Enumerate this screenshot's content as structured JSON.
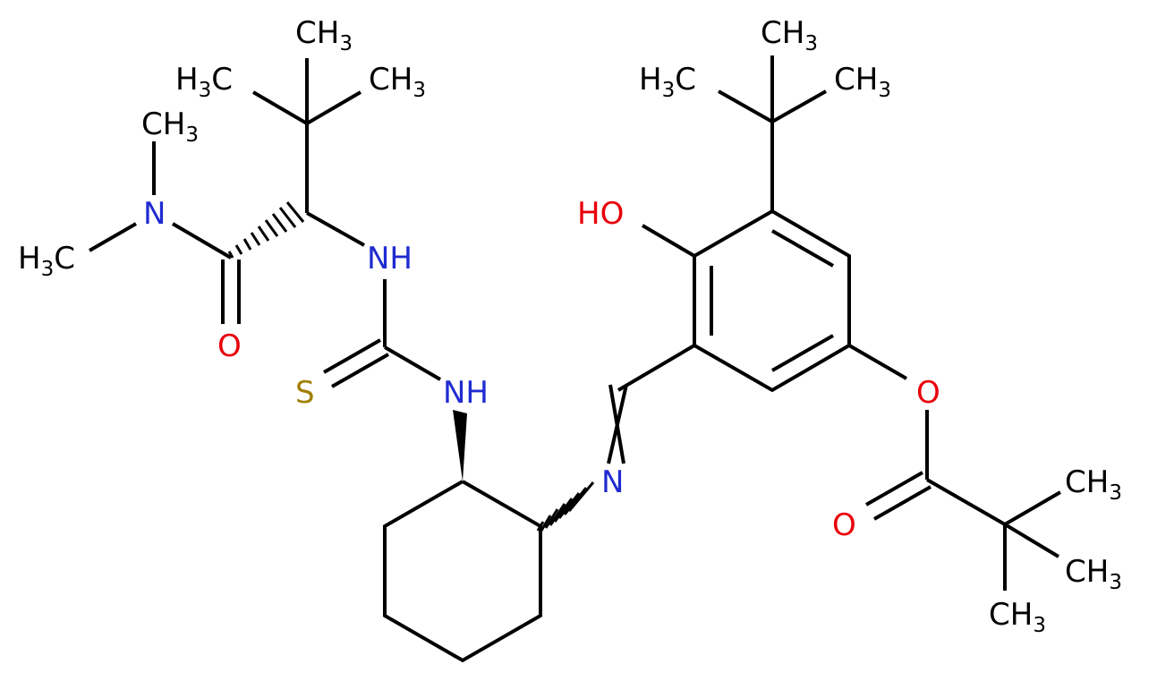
{
  "colors": {
    "bond": "#000000",
    "nitrogen": "#1f2bd0",
    "oxygen": "#e8000b",
    "sulfur": "#a08000",
    "carbon_label": "#000000",
    "background": "#ffffff"
  },
  "atoms": {
    "nme_top": {
      "main": "CH",
      "sub": "3"
    },
    "nme_left": {
      "main": "H",
      "sub": "3",
      "tail": "C"
    },
    "n_amide": "N",
    "o_amide": "O",
    "tbu1_top": {
      "main": "CH",
      "sub": "3"
    },
    "tbu1_left": {
      "main": "H",
      "sub": "3",
      "tail": "C"
    },
    "tbu1_right": {
      "main": "CH",
      "sub": "3"
    },
    "nh_upper": "NH",
    "s_thio": "S",
    "nh_lower": "NH",
    "n_imine": "N",
    "oh": "HO",
    "tbu2_top": {
      "main": "CH",
      "sub": "3"
    },
    "tbu2_left": {
      "main": "H",
      "sub": "3",
      "tail": "C"
    },
    "tbu2_right": {
      "main": "CH",
      "sub": "3"
    },
    "o_ester": "O",
    "o_carbonyl": "O",
    "piv_top": {
      "main": "CH",
      "sub": "3"
    },
    "piv_mid": {
      "main": "CH",
      "sub": "3"
    },
    "piv_bot": {
      "main": "CH",
      "sub": "3"
    }
  }
}
